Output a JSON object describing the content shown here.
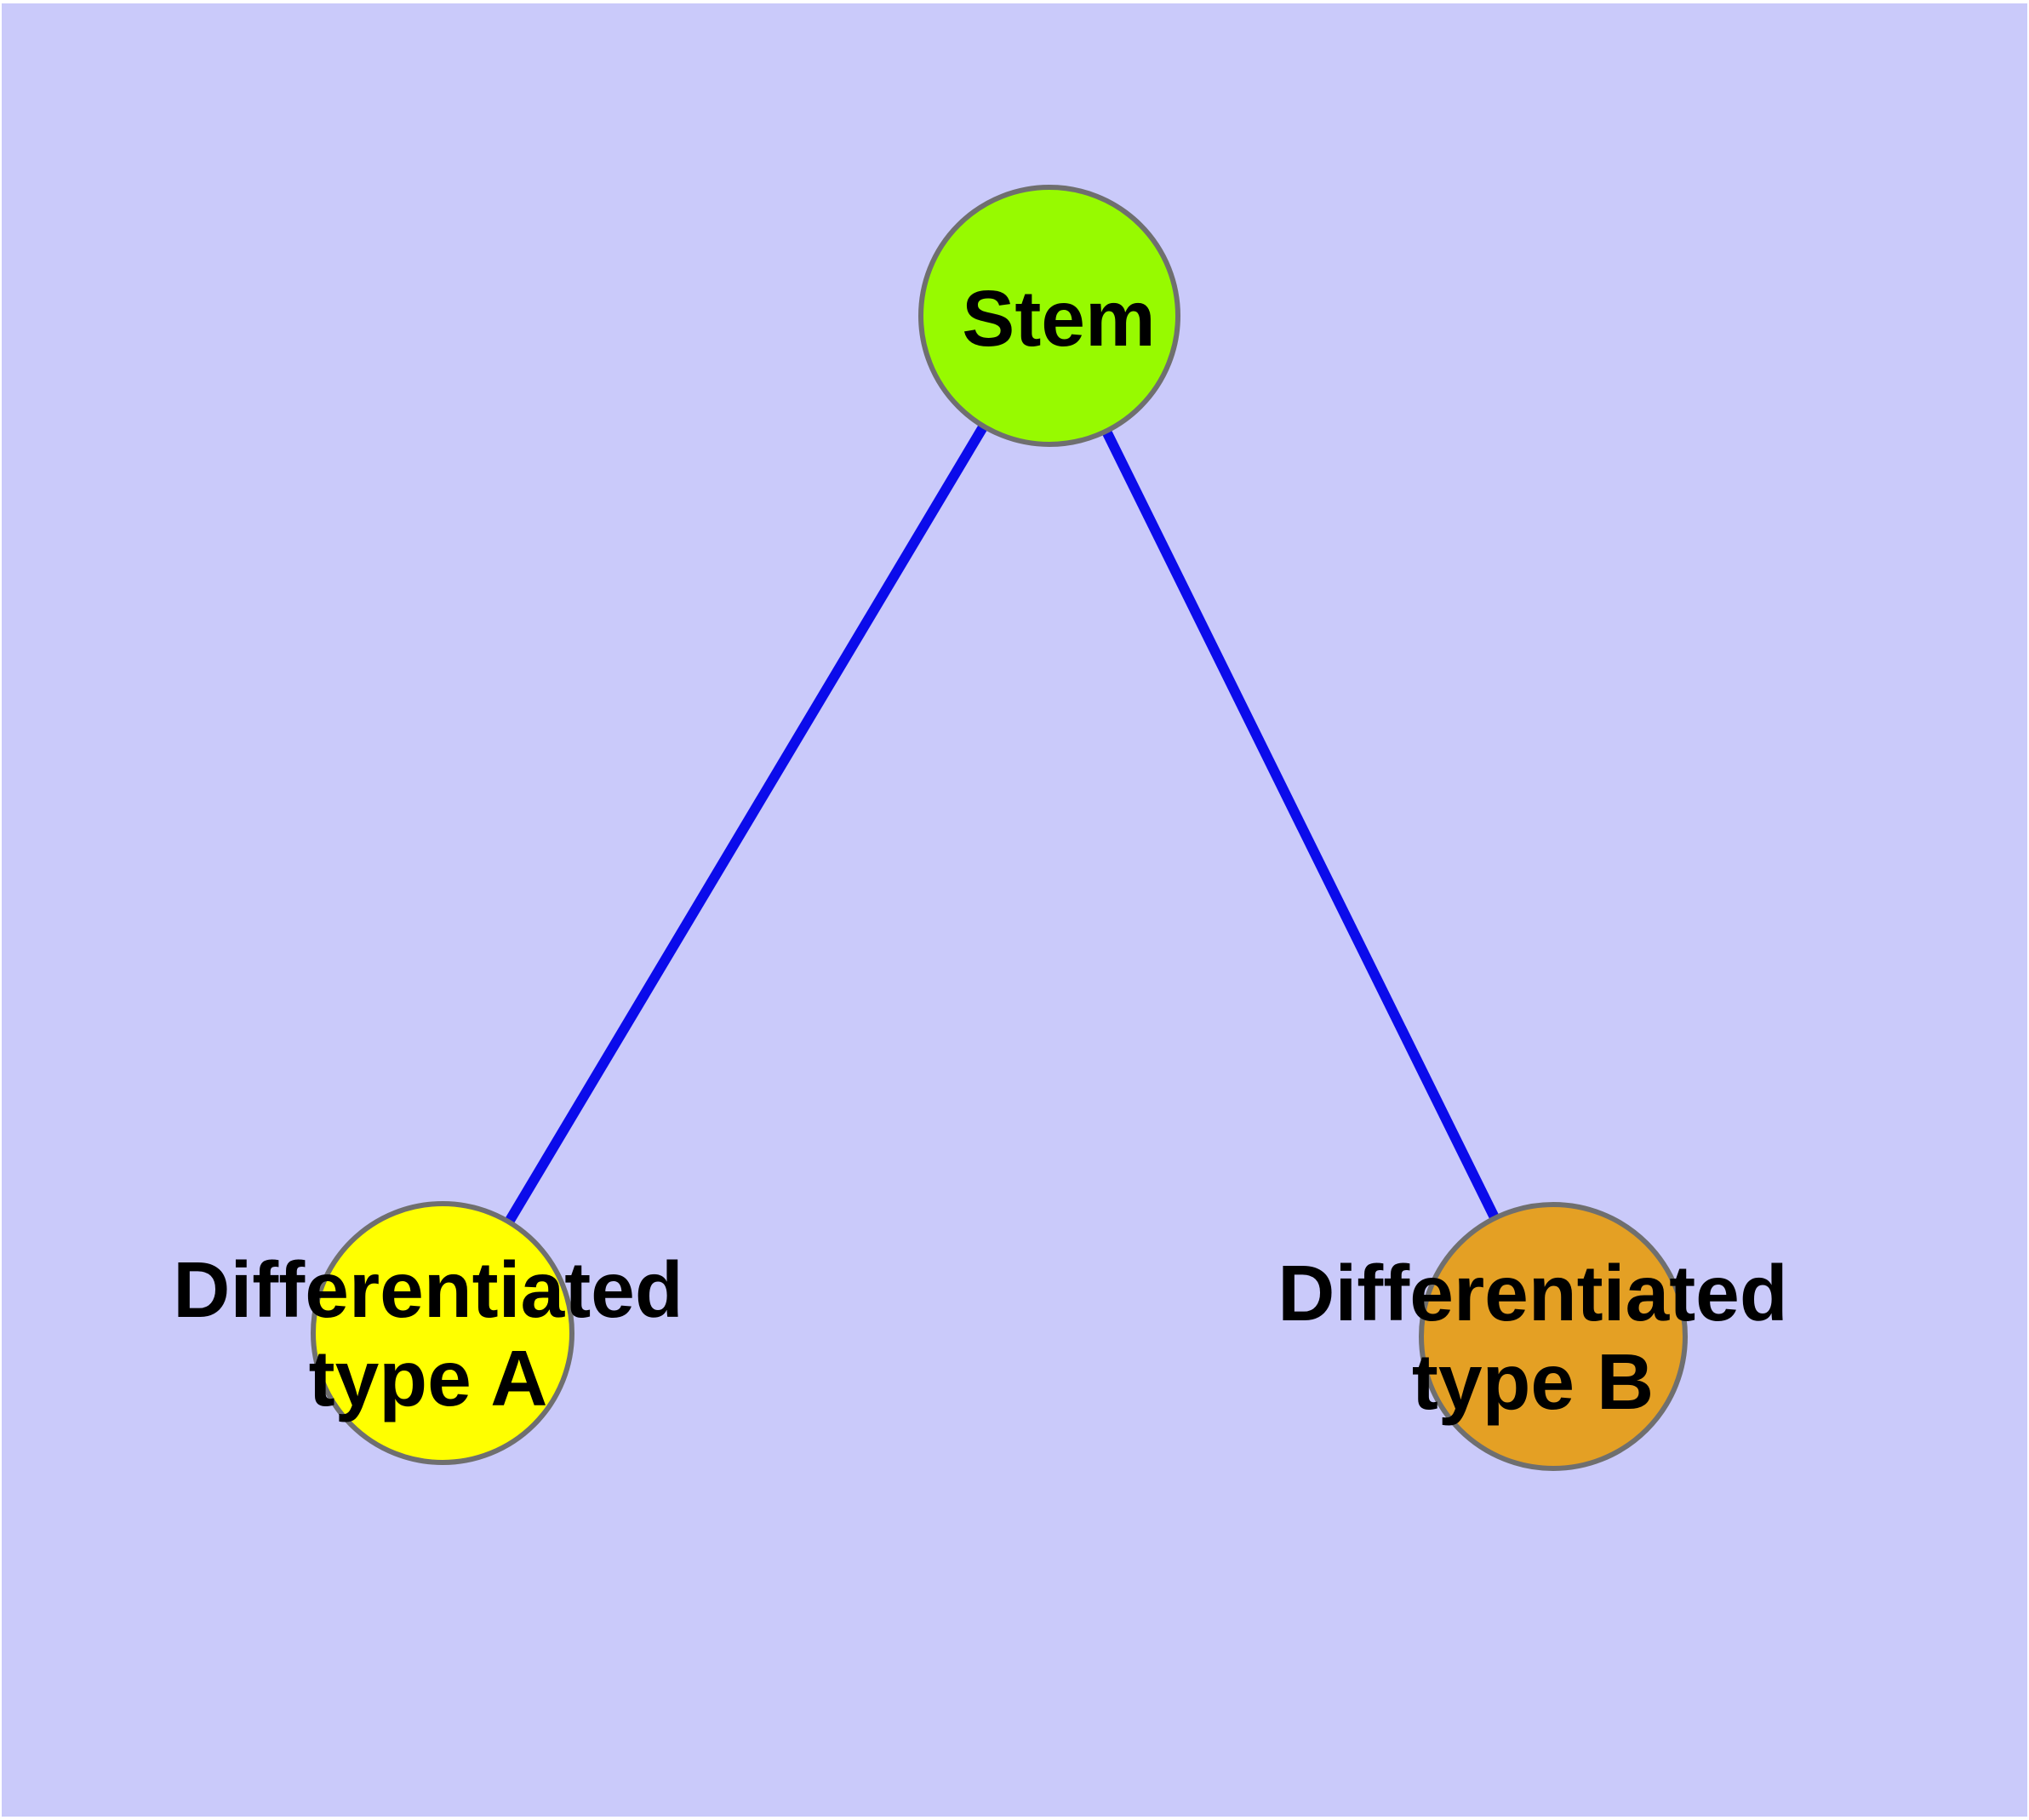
{
  "diagram": {
    "colors": {
      "panel_background": "#cacafa",
      "outer_frame": "#ffffff",
      "edge": "#0b0beb",
      "node_border": "#6f6f6f",
      "label_text": "#000000"
    },
    "nodes": [
      {
        "id": "stem",
        "label_line1": "Stem",
        "label_line2": "",
        "fill": "#97fa00"
      },
      {
        "id": "type-a",
        "label_line1": "Differentiated",
        "label_line2": "type A",
        "fill": "#ffff00"
      },
      {
        "id": "type-b",
        "label_line1": "Differentiated",
        "label_line2": "type B",
        "fill": "#e4a024"
      }
    ],
    "edges": [
      {
        "from": "stem",
        "to": "type-a"
      },
      {
        "from": "stem",
        "to": "type-b"
      }
    ]
  }
}
